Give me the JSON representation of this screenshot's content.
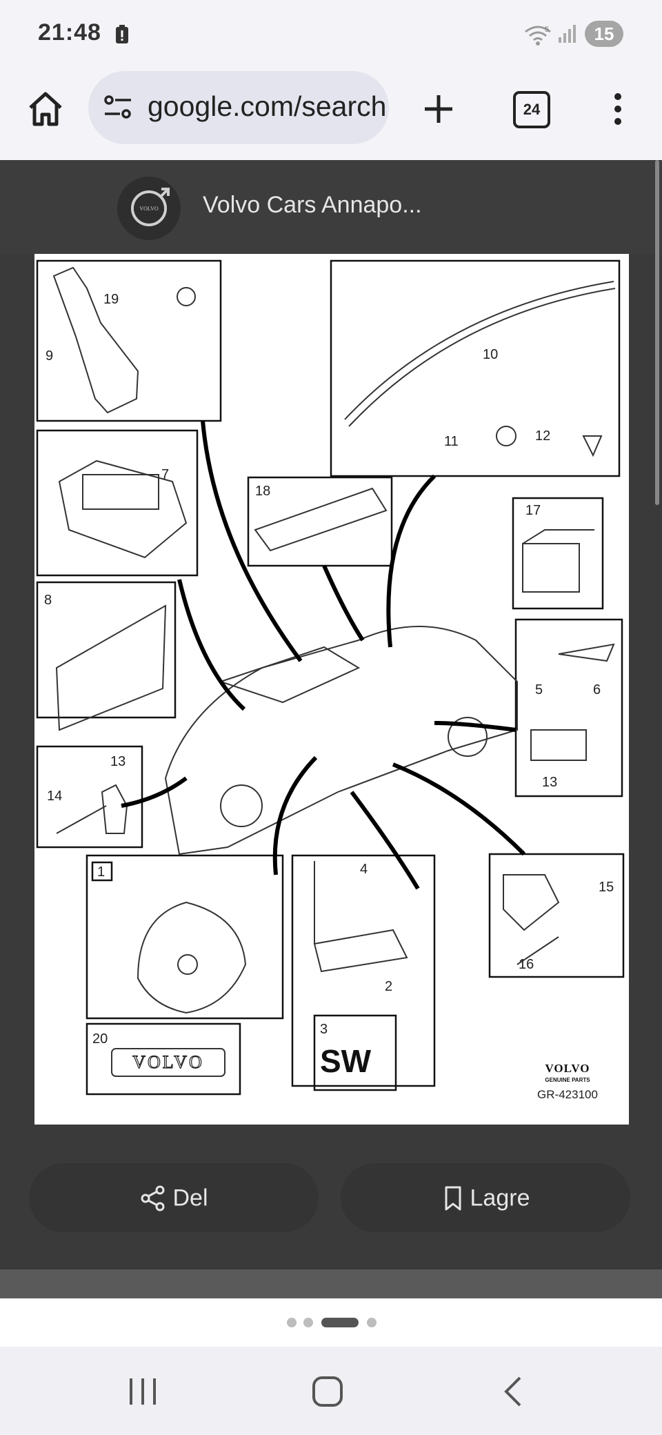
{
  "status_bar": {
    "time": "21:48",
    "notification_count": "15",
    "wifi_label": "5"
  },
  "browser": {
    "url": "google.com/search",
    "tab_count": "24"
  },
  "source": {
    "name": "Volvo Cars Annapo..."
  },
  "diagram": {
    "part_numbers": [
      "19",
      "9",
      "10",
      "11",
      "12",
      "7",
      "18",
      "17",
      "8",
      "5",
      "6",
      "13",
      "14",
      "13",
      "1",
      "4",
      "15",
      "2",
      "16",
      "3",
      "20"
    ],
    "sw_label": "SW",
    "brand_plate": "VOLVO",
    "brand_text": "VOLVO",
    "brand_sub": "GENUINE PARTS",
    "ref_code": "GR-423100"
  },
  "actions": {
    "share_label": "Del",
    "save_label": "Lagre"
  },
  "colors": {
    "overlay": "#3a3a3a",
    "pill": "#343434"
  },
  "icons": [
    "battery-saver-icon",
    "wifi-icon",
    "signal-icon",
    "home-icon",
    "site-settings-icon",
    "plus-icon",
    "tabs-icon",
    "more-vert-icon",
    "volvo-logo-icon",
    "share-icon",
    "bookmark-icon",
    "recents-icon",
    "home-nav-icon",
    "back-icon"
  ]
}
